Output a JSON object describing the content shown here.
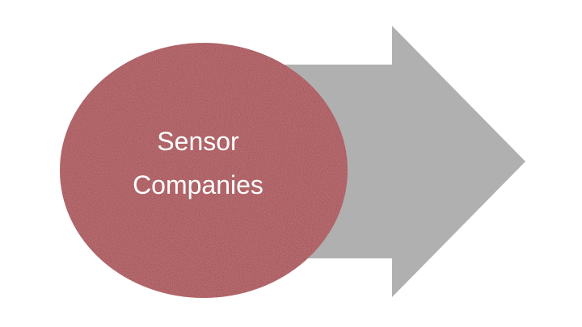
{
  "diagram": {
    "circle": {
      "label_line1": "Sensor",
      "label_line2": "Companies",
      "fill_color": "#a8494f"
    },
    "arrow": {
      "fill_color": "#b0b0b0",
      "direction": "right"
    }
  }
}
